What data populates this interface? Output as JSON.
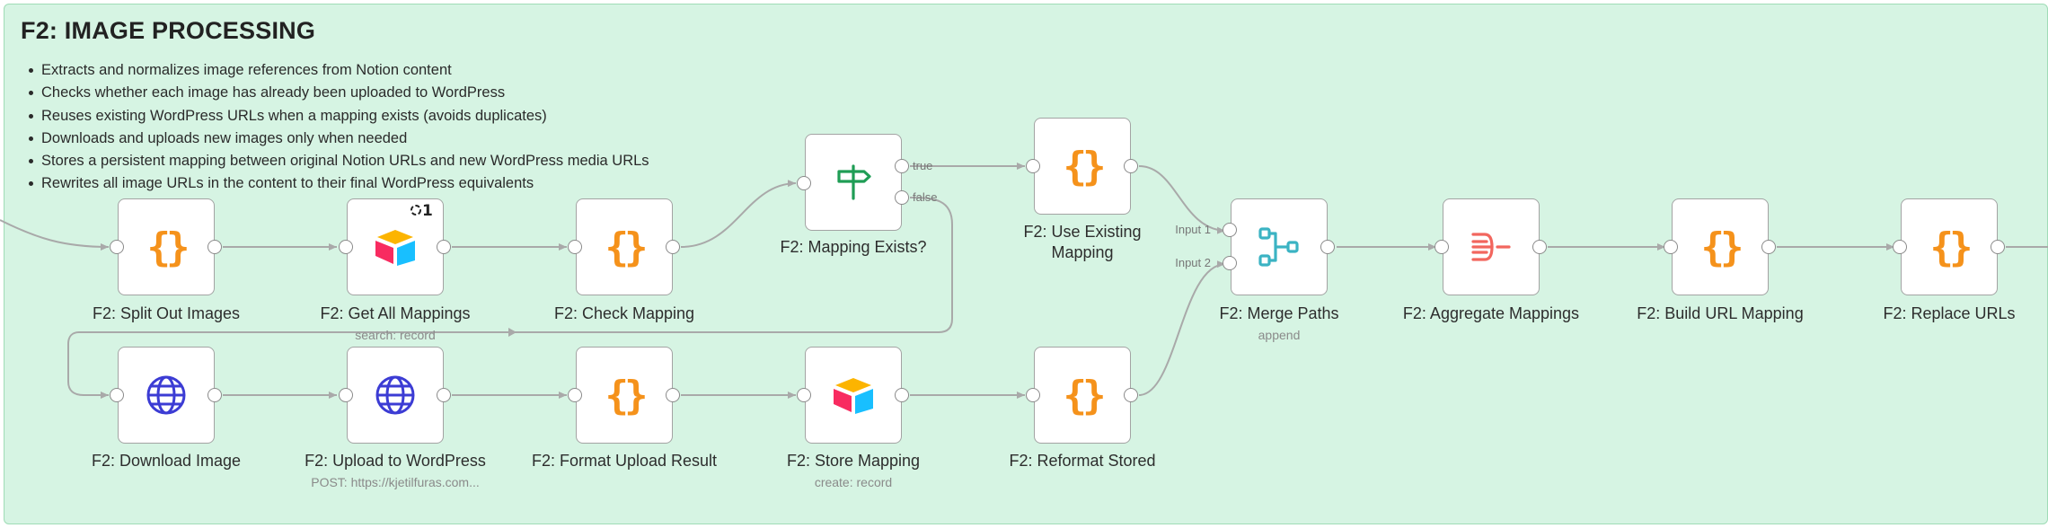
{
  "sticky": {
    "title": "F2: IMAGE PROCESSING",
    "bullets": [
      "Extracts and normalizes image references from Notion content",
      "Checks whether each image has already been uploaded to WordPress",
      "Reuses existing WordPress URLs when a mapping exists (avoids duplicates)",
      "Downloads and uploads new images only when needed",
      "Stores a persistent mapping between original Notion URLs and new WordPress media URLs",
      "Rewrites all image URLs in the content to their final WordPress equivalents"
    ],
    "color": "#d6f4e3"
  },
  "nodes": {
    "split_out_images": {
      "label": "F2: Split Out Images",
      "icon": "code-braces-icon"
    },
    "get_all_mappings": {
      "label": "F2: Get All Mappings",
      "subtitle": "search: record",
      "icon": "airtable-icon",
      "badge": "1"
    },
    "check_mapping": {
      "label": "F2: Check Mapping",
      "icon": "code-braces-icon"
    },
    "mapping_exists": {
      "label": "F2: Mapping Exists?",
      "icon": "signpost-icon",
      "branch_true": "true",
      "branch_false": "false"
    },
    "use_existing_mapping": {
      "label_line1": "F2: Use Existing",
      "label_line2": "Mapping",
      "icon": "code-braces-icon"
    },
    "merge_paths": {
      "label": "F2: Merge Paths",
      "subtitle": "append",
      "input1": "Input 1",
      "input2": "Input 2",
      "icon": "merge-icon"
    },
    "aggregate_mappings": {
      "label": "F2: Aggregate Mappings",
      "icon": "aggregate-icon"
    },
    "build_url_mapping": {
      "label": "F2: Build URL Mapping",
      "icon": "code-braces-icon"
    },
    "replace_urls": {
      "label": "F2: Replace URLs",
      "icon": "code-braces-icon"
    },
    "download_image": {
      "label": "F2: Download Image",
      "icon": "globe-icon"
    },
    "upload_to_wordpress": {
      "label": "F2: Upload to WordPress",
      "subtitle": "POST: https://kjetilfuras.com...",
      "icon": "globe-icon"
    },
    "format_upload_result": {
      "label": "F2: Format Upload Result",
      "icon": "code-braces-icon"
    },
    "store_mapping": {
      "label": "F2: Store Mapping",
      "subtitle": "create: record",
      "icon": "airtable-icon"
    },
    "reformat_stored": {
      "label": "F2: Reformat Stored",
      "icon": "code-braces-icon"
    }
  },
  "colors": {
    "code": "#f5921b",
    "signpost": "#1f9d55",
    "merge": "#3bb3c3",
    "aggregate": "#f2665e",
    "globe": "#3c3cd4",
    "edge": "#a9a9a9"
  }
}
